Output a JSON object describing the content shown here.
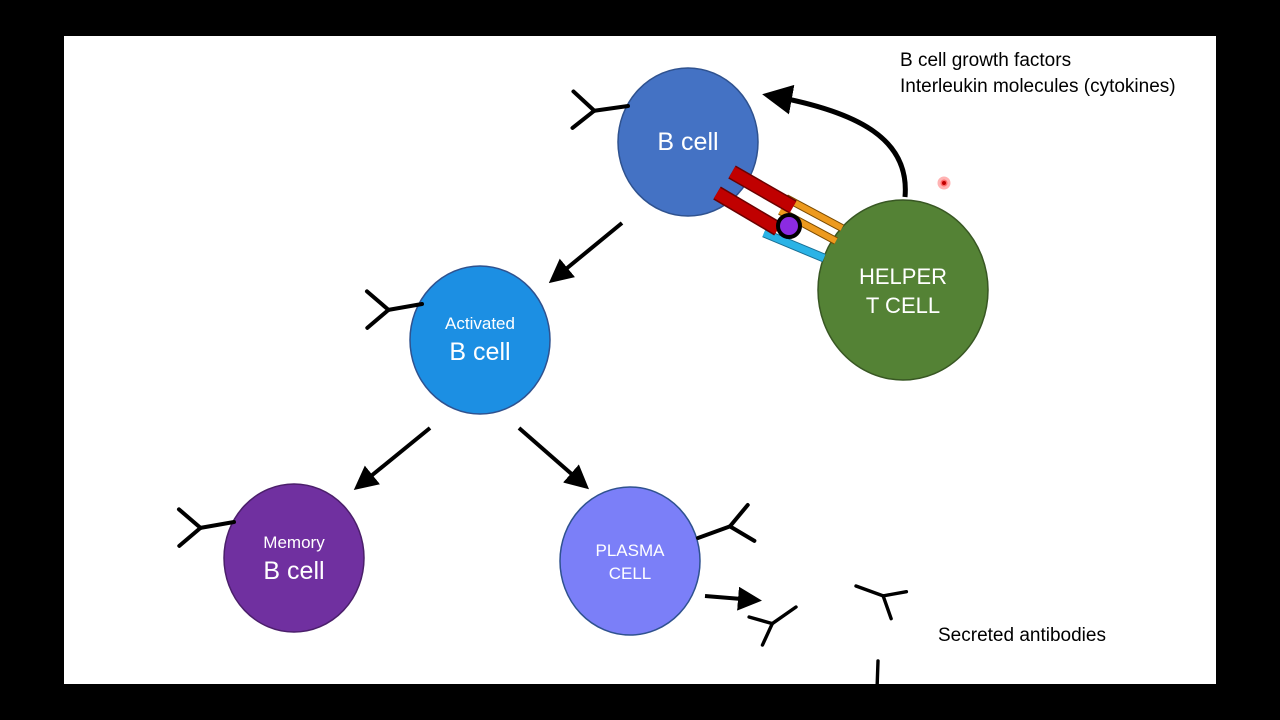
{
  "colors": {
    "background": "#000000",
    "slide": "#ffffff",
    "b_cell": "#4472c4",
    "activated_b_cell": "#1c8fe3",
    "memory_b_cell": "#7030a0",
    "plasma_cell": "#7b7ff8",
    "helper_t_cell": "#548235",
    "mhc": "#c00000",
    "tcr": "#ed9a1e",
    "cd4": "#2ab3e6",
    "antigen": "#8b2be2",
    "pointer": "#e02020"
  },
  "cells": {
    "b_cell": {
      "label": "B cell"
    },
    "activated_b_cell": {
      "small": "Activated",
      "label": "B cell"
    },
    "memory_b_cell": {
      "small": "Memory",
      "label": "B cell"
    },
    "plasma_cell": {
      "line1": "PLASMA",
      "line2": "CELL"
    },
    "helper_t_cell": {
      "line1": "HELPER",
      "line2": "T CELL"
    }
  },
  "captions": {
    "growth_factors": "B cell growth factors",
    "interleukins": "Interleukin molecules (cytokines)",
    "secreted": "Secreted antibodies"
  },
  "icons": [
    "antibody-icon",
    "arrow-icon",
    "laser-pointer-icon"
  ]
}
